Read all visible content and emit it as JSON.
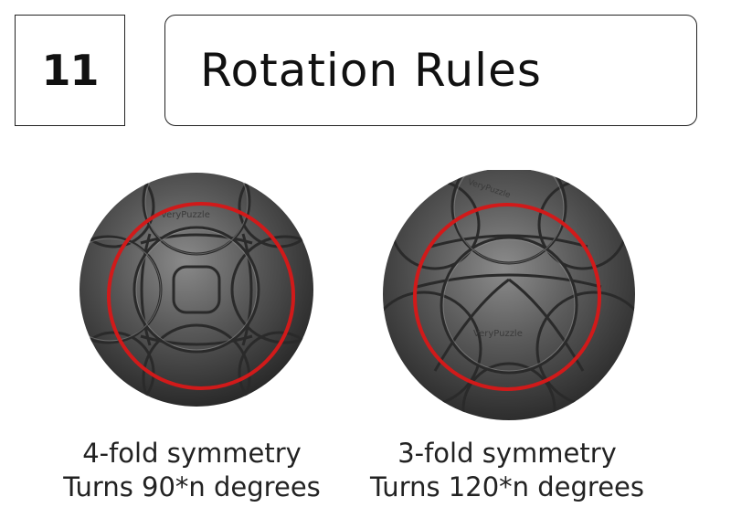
{
  "step": {
    "number": "11"
  },
  "title": {
    "text": "Rotation Rules"
  },
  "puzzles": [
    {
      "line1": "4-fold symmetry",
      "line2": "Turns 90*n degrees",
      "brand": "VeryPuzzle",
      "symmetry_fold": 4
    },
    {
      "line1": "3-fold symmetry",
      "line2": "Turns 120*n degrees",
      "brand": "VeryPuzzle",
      "symmetry_fold": 3
    }
  ],
  "colors": {
    "highlight_ring": "#d11a1a",
    "sphere": "#4a4a4a",
    "border": "#222222"
  }
}
